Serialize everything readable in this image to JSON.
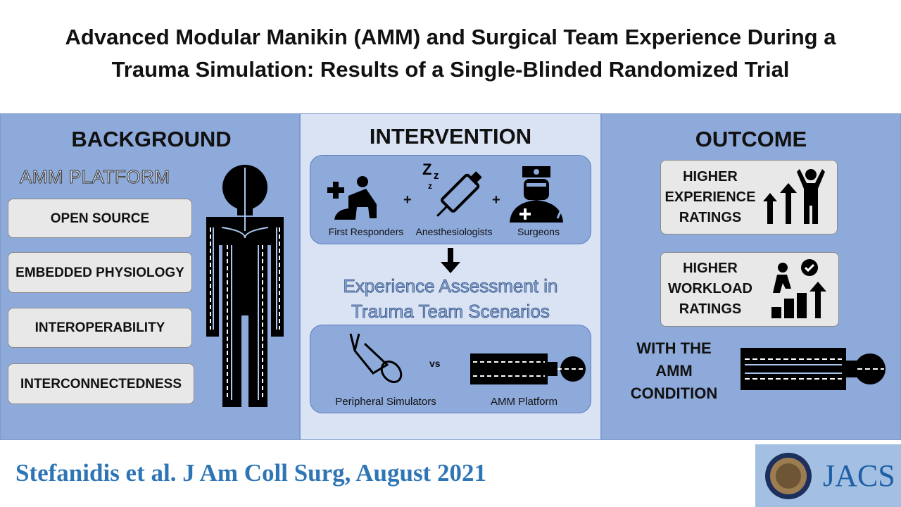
{
  "title": {
    "line1": "Advanced Modular Manikin (AMM) and Surgical Team Experience During a",
    "line2": "Trauma Simulation: Results of a Single-Blinded Randomized Trial"
  },
  "background": {
    "heading": "BACKGROUND",
    "subheading": "AMM PLATFORM",
    "items": [
      "OPEN SOURCE",
      "EMBEDDED PHYSIOLOGY",
      "INTEROPERABILITY",
      "INTERCONNECTEDNESS"
    ],
    "icon": "human-body-icon"
  },
  "intervention": {
    "heading": "INTERVENTION",
    "groups": [
      {
        "label": "First Responders",
        "icon": "cpr-icon"
      },
      {
        "label": "Anesthesiologists",
        "icon": "syringe-sleep-icon"
      },
      {
        "label": "Surgeons",
        "icon": "surgeon-icon"
      }
    ],
    "plus": "+",
    "assessment_line1": "Experience Assessment in",
    "assessment_line2": "Trauma Team Scenarios",
    "compare": {
      "left": "Peripheral Simulators",
      "vs": "vs",
      "right": "AMM Platform"
    }
  },
  "outcome": {
    "heading": "OUTCOME",
    "items": [
      {
        "line1": "HIGHER",
        "line2": "EXPERIENCE",
        "line3": "RATINGS",
        "icon": "growth-arrows-person-icon"
      },
      {
        "line1": "HIGHER",
        "line2": "WORKLOAD",
        "line3": "RATINGS",
        "icon": "climbing-steps-icon"
      }
    ],
    "condition": {
      "line1": "WITH THE",
      "line2": "AMM",
      "line3": "CONDITION"
    }
  },
  "footer": {
    "citation": "Stefanidis et al. J Am Coll Surg, August 2021",
    "logo": "JACS"
  },
  "colors": {
    "panel_blue": "#8eaadb",
    "panel_light": "#dae3f3",
    "citation": "#2e75b6"
  }
}
